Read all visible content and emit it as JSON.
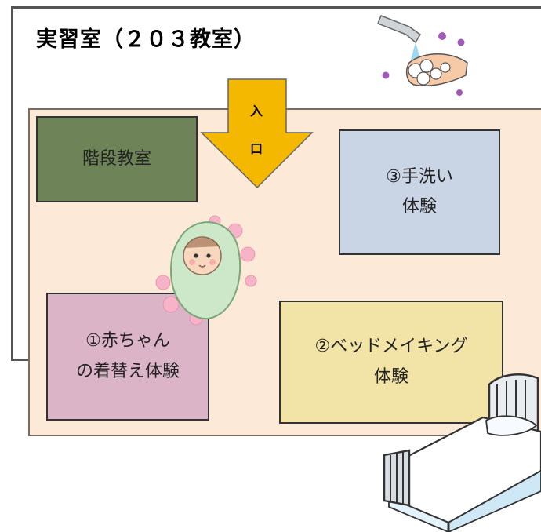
{
  "title": "実習室（２０３教室）",
  "entrance": {
    "char1": "入",
    "char2": "口"
  },
  "rooms": {
    "stairs": {
      "lines": [
        "階段教室"
      ]
    },
    "handwash": {
      "lines": [
        "③手洗い",
        "体験"
      ]
    },
    "baby": {
      "lines": [
        "①赤ちゃん",
        "の着替え体験"
      ]
    },
    "bed": {
      "lines": [
        "②ベッドメイキング",
        "体験"
      ]
    }
  },
  "colors": {
    "floor": "#fde9d8",
    "stairs": "#6e8358",
    "handwash": "#c9d4e5",
    "baby": "#dbb4c8",
    "bed": "#f2e3a6",
    "arrow": "#f5b800"
  },
  "illustrations": [
    "handwash-icon",
    "baby-icon",
    "bed-icon"
  ]
}
